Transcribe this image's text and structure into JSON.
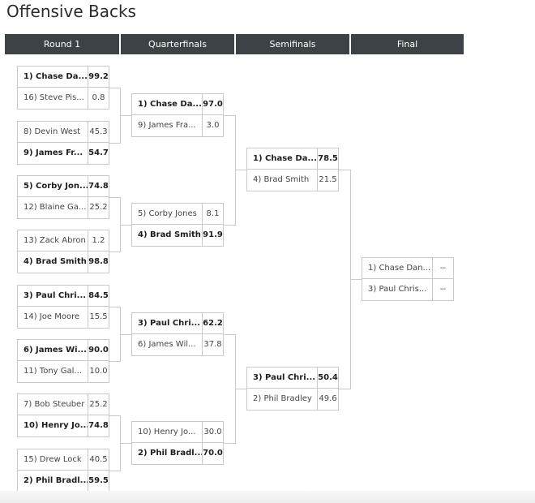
{
  "title": "Offensive Backs",
  "rounds": [
    "Round 1",
    "Quarterfinals",
    "Semifinals",
    "Final"
  ],
  "round1": [
    {
      "team1": {
        "name": "1) Chase Da...",
        "score": "99.2"
      },
      "team2": {
        "name": "16) Steve Pis...",
        "score": "0.8"
      }
    },
    {
      "team1": {
        "name": "8) Devin West",
        "score": "45.3"
      },
      "team2": {
        "name": "9) James Fr...",
        "score": "54.7"
      }
    },
    {
      "team1": {
        "name": "5) Corby Jon...",
        "score": "74.8"
      },
      "team2": {
        "name": "12) Blaine Ga...",
        "score": "25.2"
      }
    },
    {
      "team1": {
        "name": "13) Zack Abron",
        "score": "1.2"
      },
      "team2": {
        "name": "4) Brad Smith",
        "score": "98.8"
      }
    },
    {
      "team1": {
        "name": "3) Paul Chri...",
        "score": "84.5"
      },
      "team2": {
        "name": "14) Joe Moore",
        "score": "15.5"
      }
    },
    {
      "team1": {
        "name": "6) James Wi...",
        "score": "90.0"
      },
      "team2": {
        "name": "11) Tony Gal...",
        "score": "10.0"
      }
    },
    {
      "team1": {
        "name": "7) Bob Steuber",
        "score": "25.2"
      },
      "team2": {
        "name": "10) Henry Jo...",
        "score": "74.8"
      }
    },
    {
      "team1": {
        "name": "15) Drew Lock",
        "score": "40.5"
      },
      "team2": {
        "name": "2) Phil Bradl...",
        "score": "59.5"
      }
    }
  ],
  "quarterfinals": [
    {
      "team1": {
        "name": "1) Chase Da...",
        "score": "97.0"
      },
      "team2": {
        "name": "9) James Fra...",
        "score": "3.0"
      }
    },
    {
      "team1": {
        "name": "5) Corby Jones",
        "score": "8.1"
      },
      "team2": {
        "name": "4) Brad Smith",
        "score": "91.9"
      }
    },
    {
      "team1": {
        "name": "3) Paul Chri...",
        "score": "62.2"
      },
      "team2": {
        "name": "6) James Wil...",
        "score": "37.8"
      }
    },
    {
      "team1": {
        "name": "10) Henry Jo...",
        "score": "30.0"
      },
      "team2": {
        "name": "2) Phil Bradl...",
        "score": "70.0"
      }
    }
  ],
  "semifinals": [
    {
      "team1": {
        "name": "1) Chase Da...",
        "score": "78.5"
      },
      "team2": {
        "name": "4) Brad Smith",
        "score": "21.5"
      }
    },
    {
      "team1": {
        "name": "3) Paul Chri...",
        "score": "50.4"
      },
      "team2": {
        "name": "2) Phil Bradley",
        "score": "49.6"
      }
    }
  ],
  "final": [
    {
      "team1": {
        "name": "1) Chase Dan...",
        "score": "--"
      },
      "team2": {
        "name": "3) Paul Chris...",
        "score": "--"
      }
    }
  ]
}
